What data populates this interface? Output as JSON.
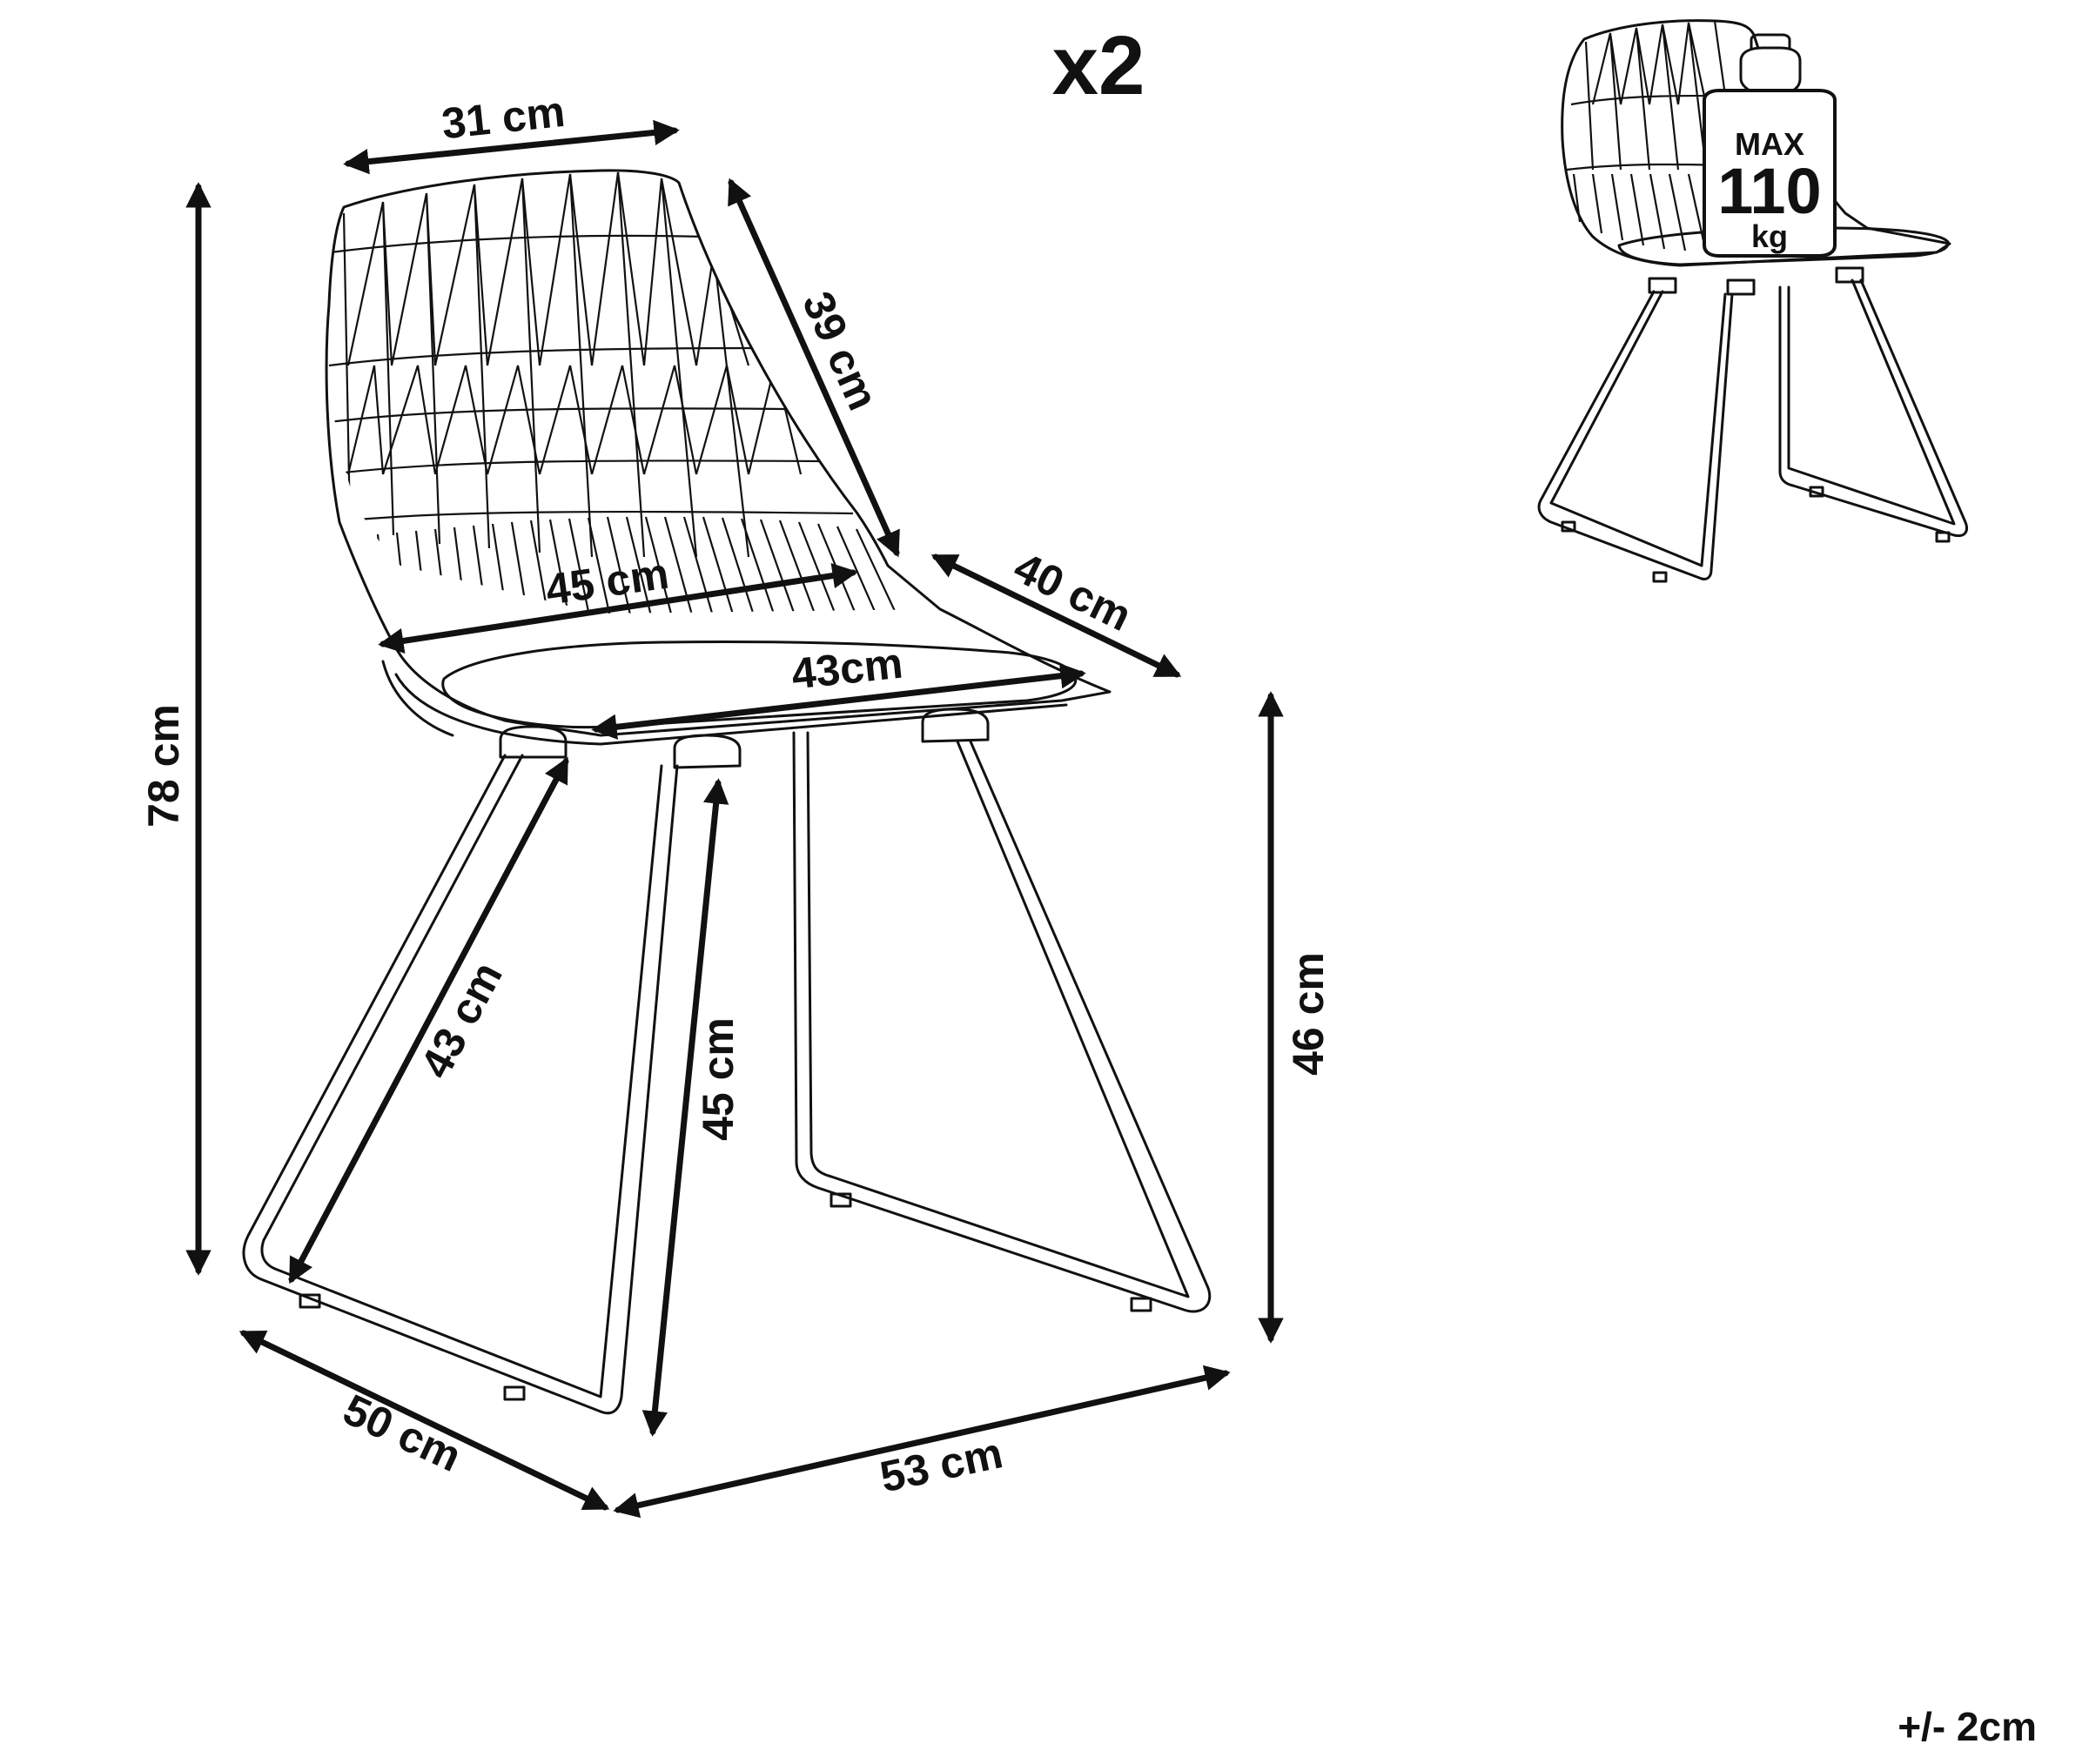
{
  "quantity": "x2",
  "tolerance": "+/- 2cm",
  "max_load": {
    "prefix": "MAX",
    "value": "110",
    "unit": "kg"
  },
  "dimensions": {
    "back_width": "31 cm",
    "back_height": "39 cm",
    "total_height": "78 cm",
    "seat_width_back": "45 cm",
    "seat_width_front": "43cm",
    "seat_depth": "40 cm",
    "seat_height": "46 cm",
    "leg_length": "43 cm",
    "leg_height": "45 cm",
    "base_depth": "50 cm",
    "base_width": "53 cm"
  },
  "colors": {
    "line": "#111111",
    "background": "#ffffff"
  }
}
